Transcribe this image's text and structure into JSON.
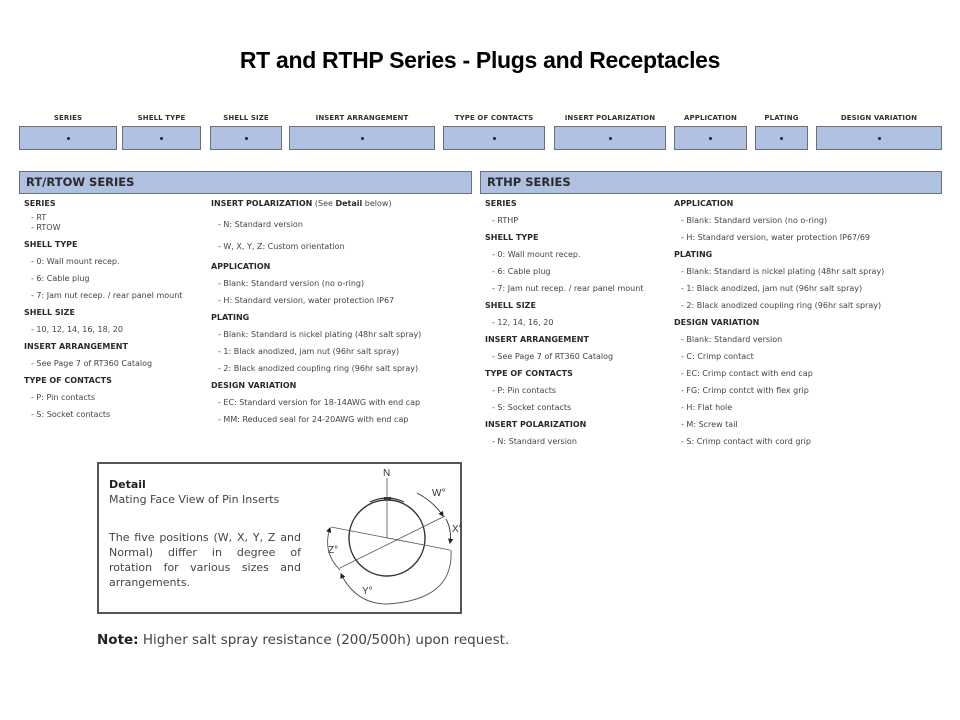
{
  "title": "RT and RTHP Series - Plugs and Receptacles",
  "code_fields": [
    {
      "label": "SERIES",
      "value": "•"
    },
    {
      "label": "SHELL TYPE",
      "value": "•"
    },
    {
      "label": "SHELL SIZE",
      "value": "•"
    },
    {
      "label": "INSERT ARRANGEMENT",
      "value": "•"
    },
    {
      "label": "TYPE OF CONTACTS",
      "value": "•"
    },
    {
      "label": "INSERT POLARIZATION",
      "value": "•"
    },
    {
      "label": "APPLICATION",
      "value": "•"
    },
    {
      "label": "PLATING",
      "value": "•"
    },
    {
      "label": "DESIGN VARIATION",
      "value": "•"
    }
  ],
  "rt_panel": {
    "header": "RT/RTOW SERIES",
    "left": {
      "series": {
        "heading": "SERIES",
        "items": [
          "-  RT",
          "-  RTOW"
        ]
      },
      "shell_type": {
        "heading": "SHELL TYPE",
        "items": [
          "-  0: Wall mount recep.",
          "-  6: Cable plug",
          "-  7: Jam nut recep. / rear panel mount"
        ]
      },
      "shell_size": {
        "heading": "SHELL SIZE",
        "items": [
          "-  10, 12, 14, 16, 18, 20"
        ]
      },
      "insert_arrangement": {
        "heading": "INSERT ARRANGEMENT",
        "items": [
          "-  See Page 7 of RT360 Catalog"
        ]
      },
      "type_of_contacts": {
        "heading": "TYPE OF CONTACTS",
        "items": [
          "-  P: Pin contacts",
          "-  S: Socket contacts"
        ]
      }
    },
    "right": {
      "insert_polarization": {
        "heading": "INSERT POLARIZATION",
        "heading_note_pre": " (See ",
        "heading_note_bold": "Detail",
        "heading_note_post": " below)",
        "items": [
          "-  N: Standard version",
          "-  W, X, Y, Z: Custom orientation"
        ]
      },
      "application": {
        "heading": "APPLICATION",
        "items": [
          "-  Blank: Standard version (no o-ring)",
          "-  H: Standard version, water protection IP67"
        ]
      },
      "plating": {
        "heading": "PLATING",
        "items": [
          "-  Blank: Standard is nickel plating (48hr salt spray)",
          "-  1: Black anodized, jam nut (96hr salt spray)",
          "-  2: Black anodized coupling ring (96hr salt spray)"
        ]
      },
      "design_variation": {
        "heading": "DESIGN VARIATION",
        "items": [
          "-  EC: Standard version for 18-14AWG with end cap",
          "-  MM: Reduced seal for 24-20AWG with end cap"
        ]
      }
    }
  },
  "rthp_panel": {
    "header": "RTHP SERIES",
    "left": {
      "series": {
        "heading": "SERIES",
        "items": [
          "-  RTHP"
        ]
      },
      "shell_type": {
        "heading": "SHELL TYPE",
        "items": [
          "-  0: Wall mount recep.",
          "-  6: Cable plug",
          "-  7: Jam nut recep. / rear panel mount"
        ]
      },
      "shell_size": {
        "heading": "SHELL SIZE",
        "items": [
          "-  12, 14, 16, 20"
        ]
      },
      "insert_arrangement": {
        "heading": "INSERT ARRANGEMENT",
        "items": [
          "-  See Page 7 of RT360 Catalog"
        ]
      },
      "type_of_contacts": {
        "heading": "TYPE OF CONTACTS",
        "items": [
          "-  P: Pin contacts",
          "-  S: Socket contacts"
        ]
      },
      "insert_polarization": {
        "heading": "INSERT POLARIZATION",
        "items": [
          "-  N: Standard version"
        ]
      }
    },
    "right": {
      "application": {
        "heading": "APPLICATION",
        "items": [
          "-  Blank: Standard version (no o-ring)",
          "-  H: Standard version, water protection IP67/69"
        ]
      },
      "plating": {
        "heading": "PLATING",
        "items": [
          "-  Blank: Standard  is nickel plating (48hr salt spray)",
          "-  1: Black anodized, jam nut (96hr salt spray)",
          "-  2: Black anodized coupling ring (96hr salt spray)"
        ]
      },
      "design_variation": {
        "heading": "DESIGN VARIATION",
        "items": [
          "-  Blank: Standard version",
          "-  C: Crimp contact",
          "-  EC: Crimp contact with end cap",
          "-  FG: Crimp contct with flex grip",
          "-  H: Flat hole",
          "-  M: Screw tail",
          "-  S: Crimp contact with cord grip"
        ]
      }
    }
  },
  "detail": {
    "title": "Detail",
    "subtitle": "Mating Face View of Pin Inserts",
    "text": "The five positions (W, X, Y, Z and Normal) differ in degree of rotation for various sizes and arrangements.",
    "diagram_labels": {
      "n": "N",
      "w": "W°",
      "x": "X°",
      "y": "Y°",
      "z": "Z°"
    }
  },
  "note": {
    "label": "Note:",
    "text": " Higher salt spray resistance (200/500h) upon request."
  }
}
